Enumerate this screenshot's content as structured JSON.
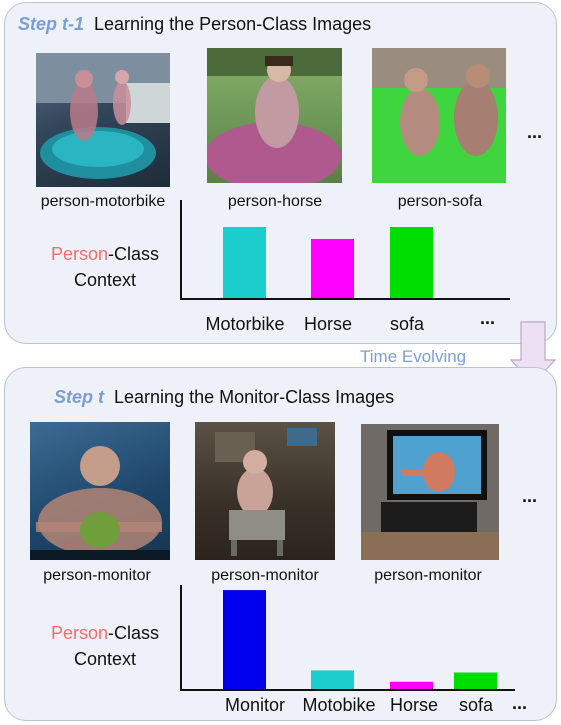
{
  "steps": [
    {
      "step_label": "Step t-1",
      "title": "Learning the Person-Class Images",
      "images": [
        {
          "caption": "person-motorbike",
          "icon": "person-motorbike-photo"
        },
        {
          "caption": "person-horse",
          "icon": "person-horse-photo"
        },
        {
          "caption": "person-sofa",
          "icon": "person-sofa-photo"
        }
      ],
      "images_more": "...",
      "context_highlight": "Person",
      "context_rest": "-Class",
      "context_line2": "Context",
      "chart_more": "..."
    },
    {
      "step_label": "Step t",
      "title": "Learning the Monitor-Class Images",
      "images": [
        {
          "caption": "person-monitor",
          "icon": "person-monitor-photo"
        },
        {
          "caption": "person-monitor",
          "icon": "person-monitor-photo"
        },
        {
          "caption": "person-monitor",
          "icon": "person-monitor-photo"
        }
      ],
      "images_more": "...",
      "context_highlight": "Person",
      "context_rest": "-Class",
      "context_line2": "Context",
      "chart_more": "..."
    }
  ],
  "time_evolving": "Time Evolving",
  "colors": {
    "step_label": "#7c9ed6",
    "context_highlight": "#f36d6d",
    "panel_fill": "#eef1f8",
    "arrow_fill": "#e9d8f0"
  },
  "chart_data": [
    {
      "type": "bar",
      "categories": [
        "Motorbike",
        "Horse",
        "sofa"
      ],
      "values": [
        0.72,
        0.6,
        0.72
      ],
      "colors": [
        "#1bcdcd",
        "#ff00ff",
        "#00dd00"
      ],
      "ylim": [
        0,
        1
      ],
      "grid": false
    },
    {
      "type": "bar",
      "categories": [
        "Monitor",
        "Motobike",
        "Horse",
        "sofa"
      ],
      "values": [
        0.97,
        0.19,
        0.08,
        0.17
      ],
      "colors": [
        "#0000ee",
        "#1bcdcd",
        "#ff00ff",
        "#00dd00"
      ],
      "ylim": [
        0,
        1
      ],
      "grid": false
    }
  ]
}
